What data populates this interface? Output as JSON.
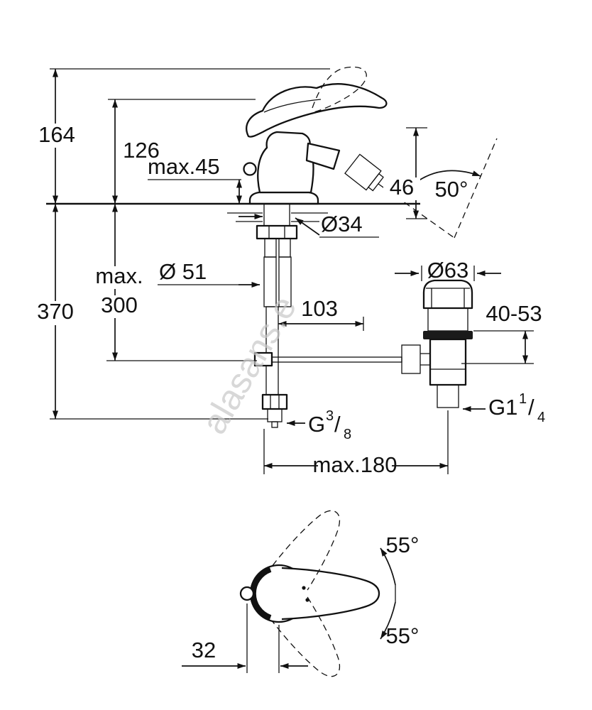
{
  "watermark": "alasans.e",
  "colors": {
    "line": "#111111",
    "background": "#ffffff",
    "watermark": "#c8c8c8",
    "seal": "#1a1a1a"
  },
  "labels": {
    "height_spout": "164",
    "height_body": "126",
    "max_deck": "max.45",
    "spout_drop": "46",
    "spout_angle": "50°",
    "shank_dia": "Ø34",
    "base_dia": "Ø 51",
    "hose_max_1": "max.",
    "hose_max_2": "300",
    "height_overall": "370",
    "hose_offset": "103",
    "waste_dia": "Ø63",
    "clamp_range": "40-53",
    "reach_max": "max.180",
    "swivel_up": "55°",
    "swivel_down": "55°",
    "handle_offset": "32",
    "waste_thread": {
      "prefix": "G1",
      "sup": "1",
      "slash": "/",
      "sub": "4"
    },
    "supply_thread": {
      "prefix": "G",
      "sup": "3",
      "slash": "/",
      "sub": "8"
    }
  }
}
